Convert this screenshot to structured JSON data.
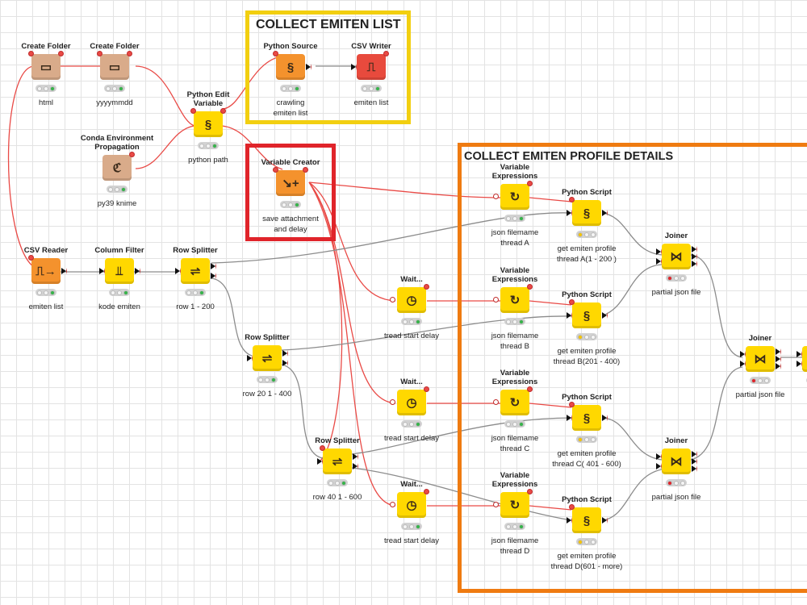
{
  "annotations": {
    "collect_list": "COLLECT EMITEN LIST",
    "collect_profile": "COLLECT EMITEN PROFILE DETAILS"
  },
  "colors": {
    "grid": "#e3e3e3",
    "flow_variable_wire": "#e94a46",
    "data_wire": "#8c8c8c",
    "annotation_yellow": "#f2cf10",
    "annotation_red": "#e0242a",
    "annotation_orange": "#ef7b11",
    "node_utility": "#d9ab8a",
    "node_source": "#f4922d",
    "node_manipulator": "#ffd800",
    "node_sink": "#e84a3d"
  },
  "nodes": {
    "create_folder_1": {
      "title": "Create Folder",
      "desc": "html",
      "icon": "folder-icon",
      "status": [
        "empty",
        "green"
      ]
    },
    "create_folder_2": {
      "title": "Create Folder",
      "desc": "yyyymmdd",
      "icon": "folder-icon",
      "status": [
        "empty",
        "green"
      ]
    },
    "python_source": {
      "title": "Python Source",
      "desc": "crawling\nemiten list",
      "icon": "python-icon",
      "status": [
        "empty",
        "green"
      ]
    },
    "csv_writer": {
      "title": "CSV Writer",
      "desc": "emiten list",
      "icon": "csv-writer-icon",
      "status": [
        "empty",
        "green"
      ]
    },
    "python_edit_variable": {
      "title": "Python Edit\nVariable",
      "desc": "python path",
      "icon": "python-icon",
      "status": [
        "empty",
        "green"
      ]
    },
    "conda_env": {
      "title": "Conda Environment\nPropagation",
      "desc": "py39  knime",
      "icon": "conda-icon",
      "status": [
        "empty",
        "green"
      ]
    },
    "variable_creator": {
      "title": "Variable Creator",
      "desc": "save attachment\nand delay",
      "icon": "variable-creator-icon",
      "status": [
        "empty",
        "green"
      ]
    },
    "csv_reader": {
      "title": "CSV Reader",
      "desc": "emiten list",
      "icon": "csv-reader-icon",
      "status": [
        "empty",
        "green"
      ]
    },
    "column_filter": {
      "title": "Column Filter",
      "desc": "kode emiten",
      "icon": "column-filter-icon",
      "status": [
        "empty",
        "green"
      ]
    },
    "row_splitter_1": {
      "title": "Row Splitter",
      "desc": "row 1 - 200",
      "icon": "row-splitter-icon",
      "status": [
        "empty",
        "green"
      ]
    },
    "row_splitter_2": {
      "title": "Row Splitter",
      "desc": "row 20 1 - 400",
      "icon": "row-splitter-icon",
      "status": [
        "empty",
        "green"
      ]
    },
    "row_splitter_3": {
      "title": "Row Splitter",
      "desc": "row 40 1 - 600",
      "icon": "row-splitter-icon",
      "status": [
        "empty",
        "green"
      ]
    },
    "wait_1": {
      "title": "Wait...",
      "desc": "tread start delay",
      "icon": "clock-icon",
      "status": [
        "empty",
        "green"
      ]
    },
    "wait_2": {
      "title": "Wait...",
      "desc": "tread start delay",
      "icon": "clock-icon",
      "status": [
        "empty",
        "green"
      ]
    },
    "wait_3": {
      "title": "Wait...",
      "desc": "tread start delay",
      "icon": "clock-icon",
      "status": [
        "empty",
        "green"
      ]
    },
    "var_expr_a": {
      "title": "Variable\nExpressions",
      "desc": "json filemame\nthread A",
      "icon": "variable-expression-icon",
      "status": [
        "empty",
        "green"
      ]
    },
    "var_expr_b": {
      "title": "Variable\nExpressions",
      "desc": "json filemame\nthread  B",
      "icon": "variable-expression-icon",
      "status": [
        "empty",
        "green"
      ]
    },
    "var_expr_c": {
      "title": "Variable\nExpressions",
      "desc": "json filemame\nthread  C",
      "icon": "variable-expression-icon",
      "status": [
        "empty",
        "green"
      ]
    },
    "var_expr_d": {
      "title": "Variable\nExpressions",
      "desc": "json filemame\nthread D",
      "icon": "variable-expression-icon",
      "status": [
        "empty",
        "green"
      ]
    },
    "python_script_a": {
      "title": "Python Script",
      "desc": "get emiten profile\nthread A(1 -   200 )",
      "icon": "python-icon",
      "status": [
        "yellow",
        "empty"
      ]
    },
    "python_script_b": {
      "title": "Python Script",
      "desc": "get emiten profile\nthread B(201    - 400)",
      "icon": "python-icon",
      "status": [
        "yellow",
        "empty"
      ]
    },
    "python_script_c": {
      "title": "Python Script",
      "desc": "get emiten profile\nthread C(  401 - 600)",
      "icon": "python-icon",
      "status": [
        "yellow",
        "empty"
      ]
    },
    "python_script_d": {
      "title": "Python Script",
      "desc": "get emiten profile\nthread D(601 - more)",
      "icon": "python-icon",
      "status": [
        "yellow",
        "empty"
      ]
    },
    "joiner_1": {
      "title": "Joiner",
      "desc": "partial json file",
      "icon": "joiner-icon",
      "status": [
        "red",
        "empty"
      ]
    },
    "joiner_2": {
      "title": "Joiner",
      "desc": "partial json file",
      "icon": "joiner-icon",
      "status": [
        "red",
        "empty"
      ]
    },
    "joiner_3": {
      "title": "Joiner",
      "desc": "partial json file",
      "icon": "joiner-icon",
      "status": [
        "red",
        "empty"
      ]
    },
    "joiner_4": {
      "title": "J",
      "desc": "pa",
      "icon": "joiner-icon",
      "status": [
        "red",
        "empty"
      ]
    }
  }
}
